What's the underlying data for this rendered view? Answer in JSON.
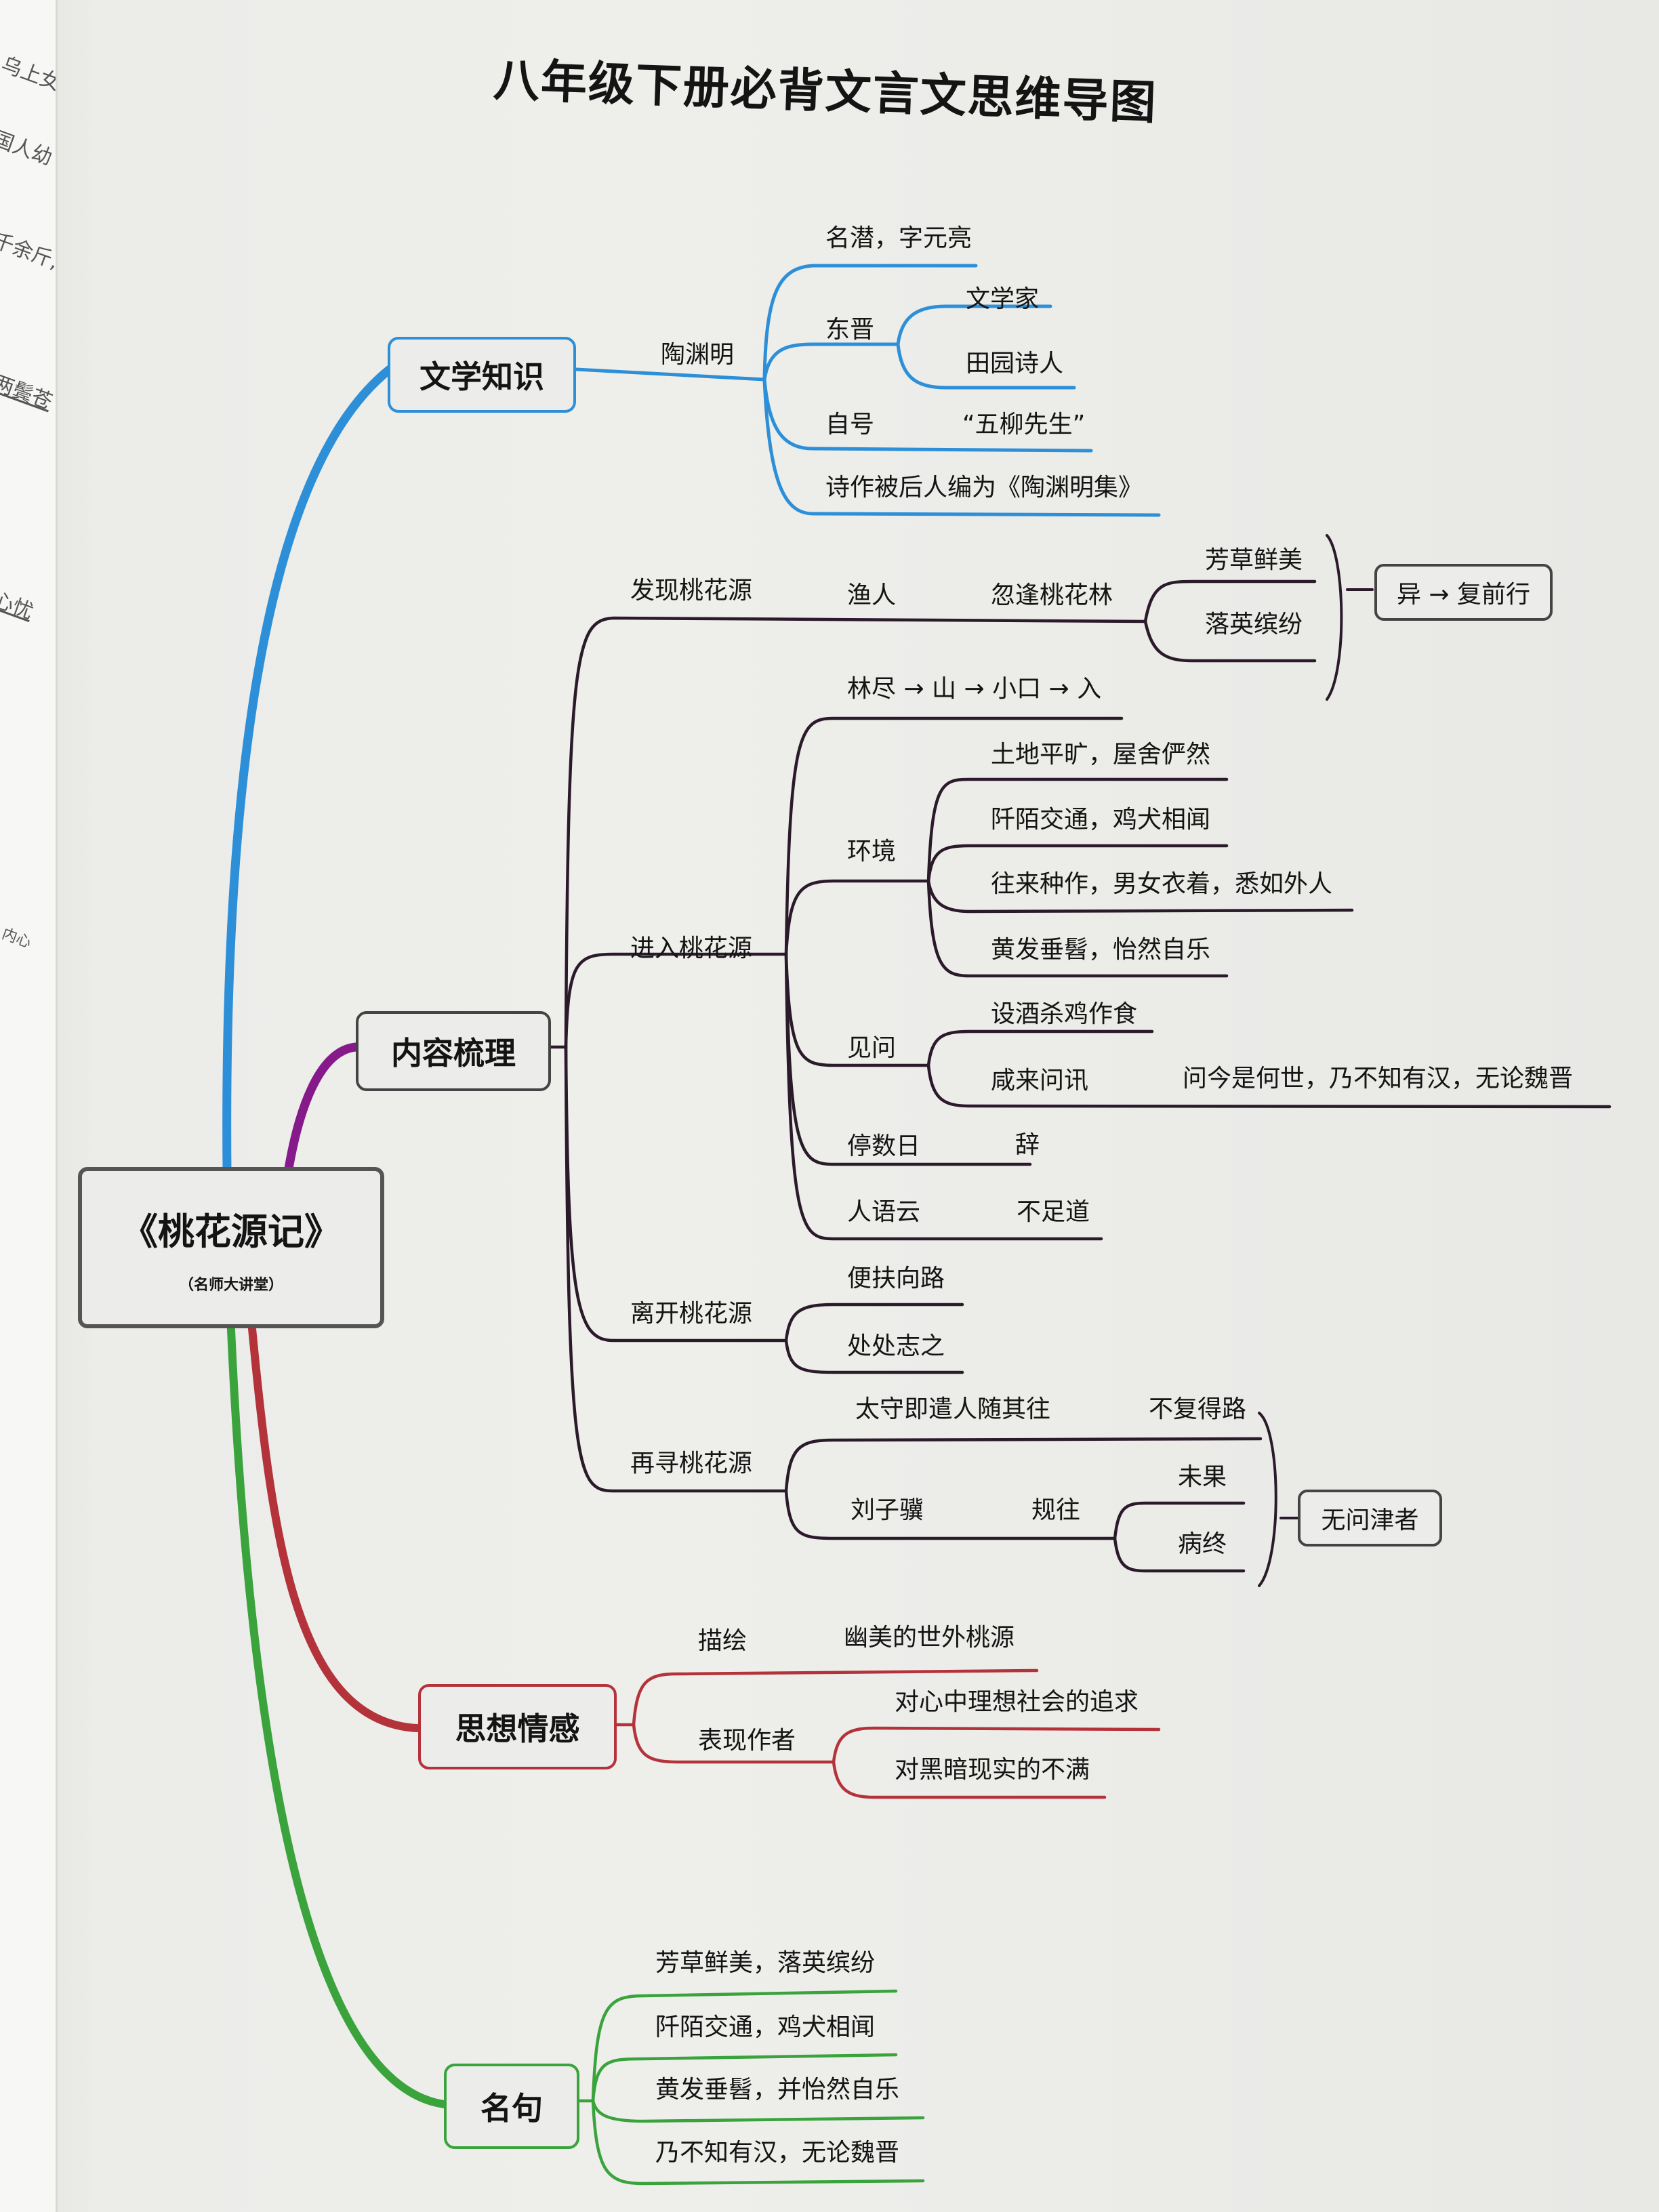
{
  "page_title": "八年级下册必背文言文思维导图",
  "facing_page_fragments": [
    "乌上女",
    "国人幼",
    "千余斤,",
    "两鬓苍",
    "心忧",
    "内心"
  ],
  "colors": {
    "blue": "#2d8fd8",
    "purple": "#861a8a",
    "red": "#b4333b",
    "green": "#3aa33c",
    "line_dark": "#2a1a2a"
  },
  "root": {
    "title": "《桃花源记》",
    "subtitle": "（名师大讲堂）"
  },
  "branches": {
    "literary": {
      "label": "文学知识",
      "author": "陶渊明",
      "items": [
        {
          "label": "名潜，字元亮"
        },
        {
          "label": "东晋",
          "children": [
            "文学家",
            "田园诗人"
          ]
        },
        {
          "label": "自号",
          "value": "“五柳先生”"
        },
        {
          "label": "诗作被后人编为《陶渊明集》"
        }
      ]
    },
    "content": {
      "label": "内容梳理",
      "discover": {
        "label": "发现桃花源",
        "subject": "渔人",
        "event": "忽逢桃花林",
        "scenery": [
          "芳草鲜美",
          "落英缤纷"
        ],
        "result": "异 → 复前行"
      },
      "enter": {
        "label": "进入桃花源",
        "path": "林尽 → 山 → 小口 → 入",
        "environment": {
          "label": "环境",
          "items": [
            "土地平旷，屋舍俨然",
            "阡陌交通，鸡犬相闻",
            "往来种作，男女衣着，悉如外人",
            "黄发垂髫，怡然自乐"
          ]
        },
        "see_ask": {
          "label": "见问",
          "items": [
            "设酒杀鸡作食",
            "咸来问讯"
          ],
          "ask_detail": "问今是何世，乃不知有汉，无论魏晋"
        },
        "stay": {
          "label": "停数日",
          "value": "辞"
        },
        "say": {
          "label": "人语云",
          "value": "不足道"
        }
      },
      "leave": {
        "label": "离开桃花源",
        "items": [
          "便扶向路",
          "处处志之"
        ]
      },
      "seek": {
        "label": "再寻桃花源",
        "governor": {
          "label": "太守即遣人随其往",
          "value": "不复得路"
        },
        "liu": {
          "label": "刘子骥",
          "action": "规往",
          "results": [
            "未果",
            "病终"
          ]
        },
        "conclusion": "无问津者"
      }
    },
    "emotion": {
      "label": "思想情感",
      "describe": {
        "label": "描绘",
        "value": "幽美的世外桃源"
      },
      "express": {
        "label": "表现作者",
        "items": [
          "对心中理想社会的追求",
          "对黑暗现实的不满"
        ]
      }
    },
    "quotes": {
      "label": "名句",
      "items": [
        "芳草鲜美，落英缤纷",
        "阡陌交通，鸡犬相闻",
        "黄发垂髫，并怡然自乐",
        "乃不知有汉，无论魏晋"
      ]
    }
  }
}
